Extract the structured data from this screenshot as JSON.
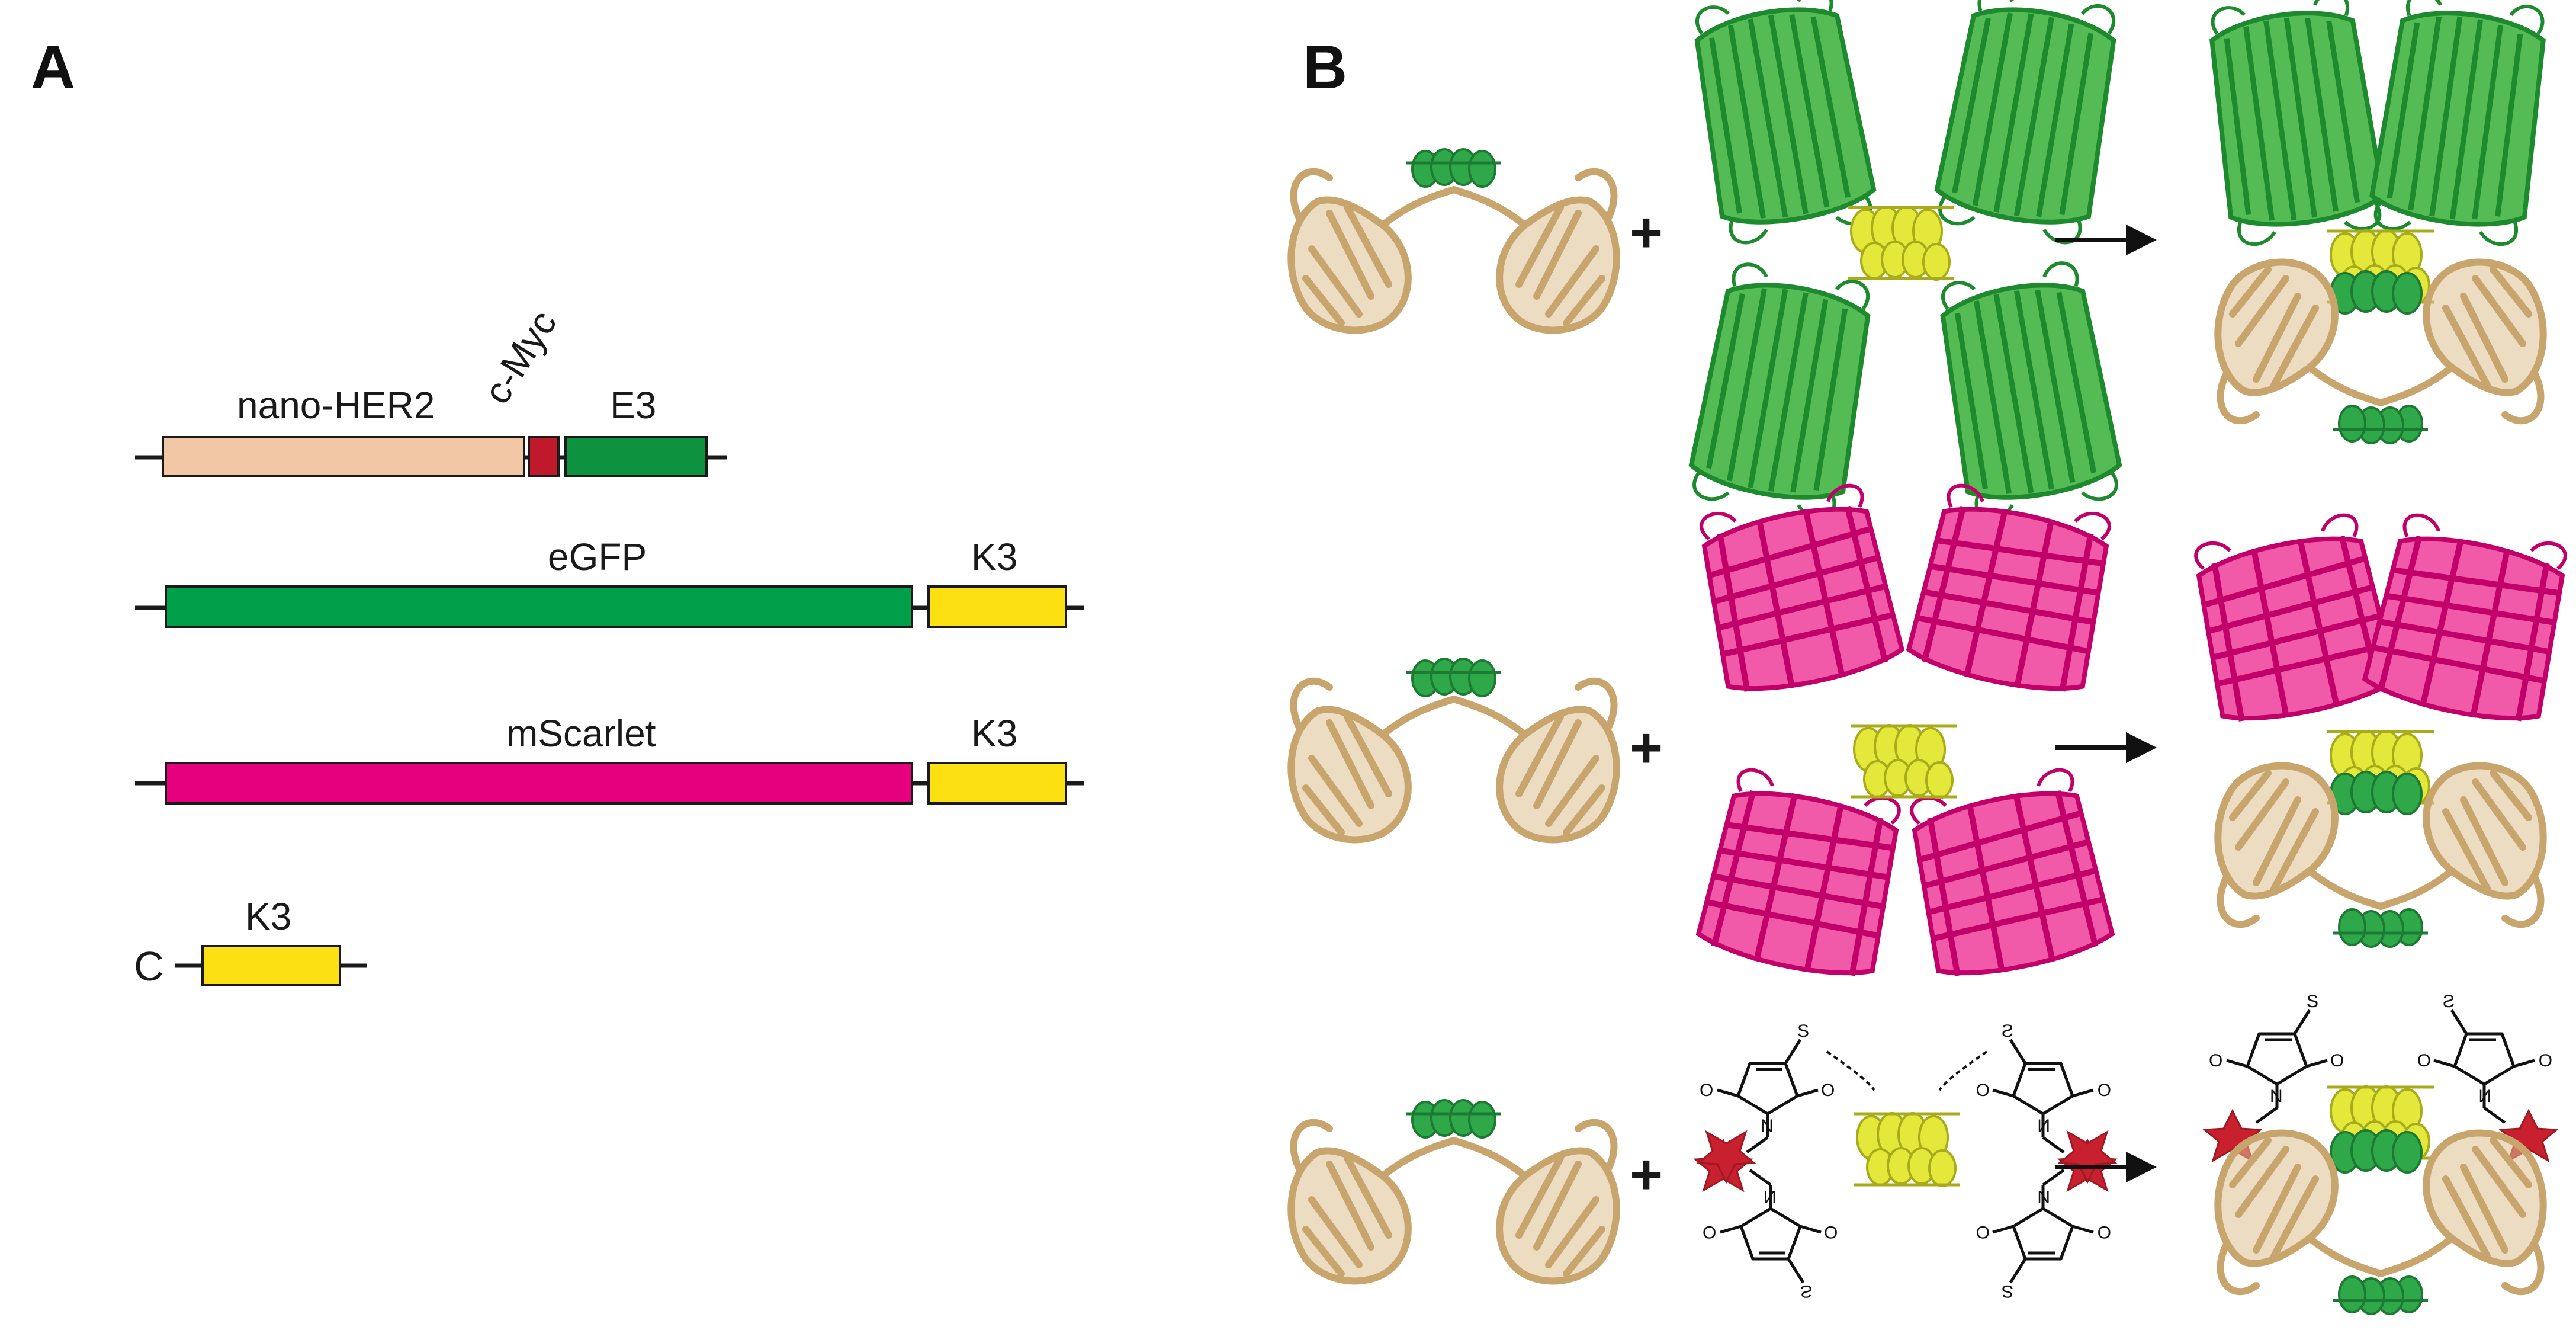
{
  "panels": {
    "a_label": "A",
    "b_label": "B"
  },
  "constructs": [
    {
      "id": "nano-her2-cmyc-e3",
      "segments": [
        {
          "label": "nano-HER2",
          "color": "#f2c7a5"
        },
        {
          "label": "c-Myc",
          "color": "#c0192c"
        },
        {
          "label": "E3",
          "color": "#0d9340"
        }
      ]
    },
    {
      "id": "egfp-k3",
      "segments": [
        {
          "label": "eGFP",
          "color": "#00a04b"
        },
        {
          "label": "K3",
          "color": "#fde012"
        }
      ]
    },
    {
      "id": "mscarlet-k3",
      "segments": [
        {
          "label": "mScarlet",
          "color": "#e6007e"
        },
        {
          "label": "K3",
          "color": "#fde012"
        }
      ]
    },
    {
      "id": "c-k3",
      "prefix": "C",
      "segments": [
        {
          "label": "K3",
          "color": "#fde012"
        }
      ]
    }
  ],
  "reaction_rows": [
    {
      "plus": "+",
      "fluorophore": "eGFP"
    },
    {
      "plus": "+",
      "fluorophore": "mScarlet"
    },
    {
      "plus": "+",
      "fluorophore": "maleimide-dye"
    }
  ],
  "colors": {
    "nanobody": "#d6b88a",
    "e3_helix": "#2fa84a",
    "k3_helix": "#e3e83a",
    "egfp": "#2fa84a",
    "mscarlet": "#e0198a",
    "dye_star": "#c8202f",
    "line": "#1a1a1a"
  }
}
